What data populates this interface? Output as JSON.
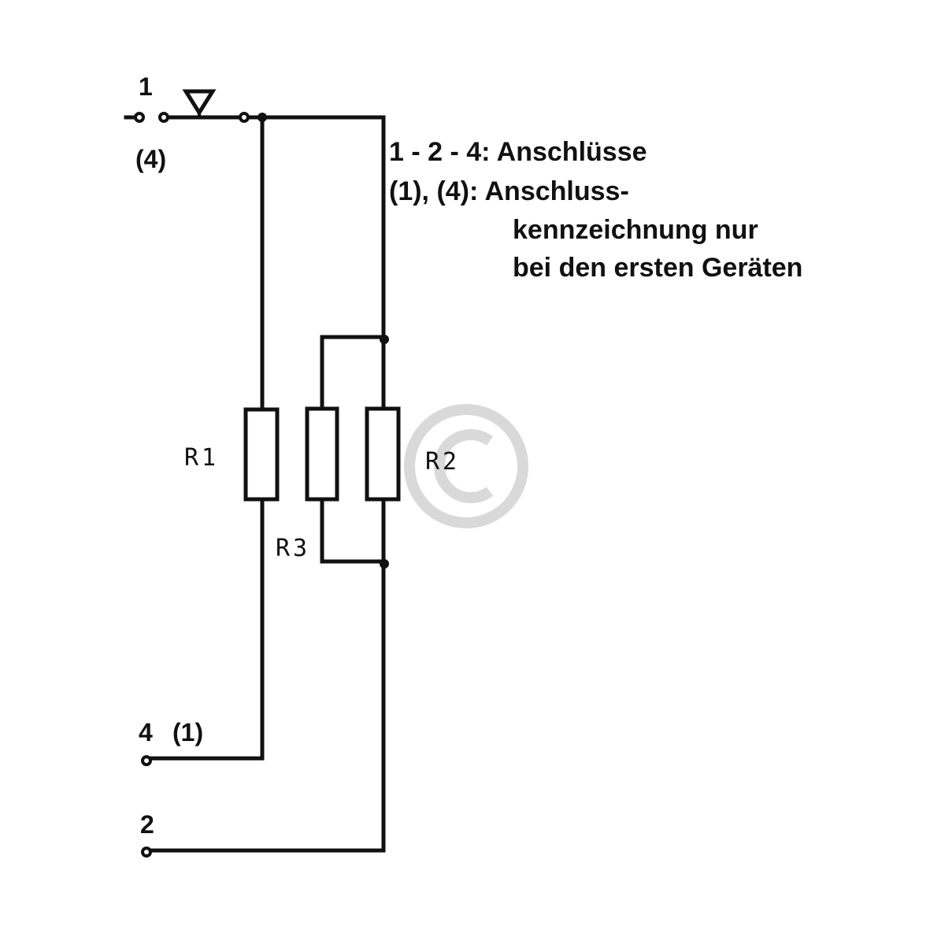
{
  "terminals": {
    "t1": "1",
    "t1_alt": "(4)",
    "t4": "4",
    "t4_alt": "(1)",
    "t2": "2"
  },
  "resistors": {
    "r1": "R1",
    "r2": "R2",
    "r3": "R3"
  },
  "notes": {
    "line1": "1 - 2 - 4: Anschlüsse",
    "line2": "(1), (4): Anschluss-",
    "line3": "kennzeichnung nur",
    "line4": "bei den ersten Geräten"
  },
  "watermark": "©",
  "colors": {
    "ink": "#111111",
    "watermark": "#d9d9d9"
  }
}
